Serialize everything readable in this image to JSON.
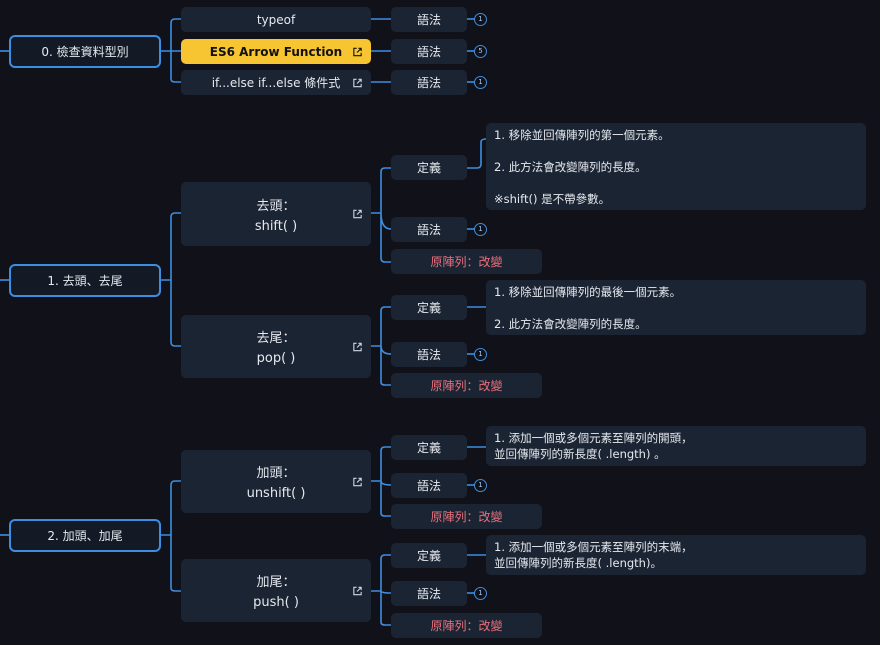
{
  "colors": {
    "background": "#11111a",
    "node": "#1b2433",
    "line": "#3d8ee0",
    "highlight": "#f7c531",
    "warning_text": "#e8707c"
  },
  "icons": {
    "open_link": "external-link-icon"
  },
  "branch0": {
    "root": "0. 檢查資料型別",
    "items": [
      {
        "label": "typeof",
        "child": "語法",
        "count": "1"
      },
      {
        "label": "ES6 Arrow Function",
        "child": "語法",
        "count": "5"
      },
      {
        "label": "if...else if...else 條件式",
        "child": "語法",
        "count": "1"
      }
    ]
  },
  "branch1": {
    "root": "1. 去頭、去尾",
    "methods": [
      {
        "title": "去頭：",
        "name": "shift( )",
        "def_label": "定義",
        "syntax_label": "語法",
        "syntax_count": "1",
        "effect": "原陣列：改變",
        "desc": [
          "1. 移除並回傳陣列的第一個元素。",
          "",
          "2. 此方法會改變陣列的長度。",
          "",
          "※shift() 是不帶參數。"
        ]
      },
      {
        "title": "去尾：",
        "name": "pop( )",
        "def_label": "定義",
        "syntax_label": "語法",
        "syntax_count": "1",
        "effect": "原陣列：改變",
        "desc": [
          "1. 移除並回傳陣列的最後一個元素。",
          "",
          "2. 此方法會改變陣列的長度。"
        ]
      }
    ]
  },
  "branch2": {
    "root": "2. 加頭、加尾",
    "methods": [
      {
        "title": "加頭：",
        "name": "unshift( )",
        "def_label": "定義",
        "syntax_label": "語法",
        "syntax_count": "1",
        "effect": "原陣列：改變",
        "desc": [
          "1. 添加一個或多個元素至陣列的開頭，",
          "    並回傳陣列的新長度( .length) 。"
        ]
      },
      {
        "title": "加尾：",
        "name": "push( )",
        "def_label": "定義",
        "syntax_label": "語法",
        "syntax_count": "1",
        "effect": "原陣列：改變",
        "desc": [
          "1. 添加一個或多個元素至陣列的末端，",
          "    並回傳陣列的新長度( .length)。"
        ]
      }
    ]
  }
}
